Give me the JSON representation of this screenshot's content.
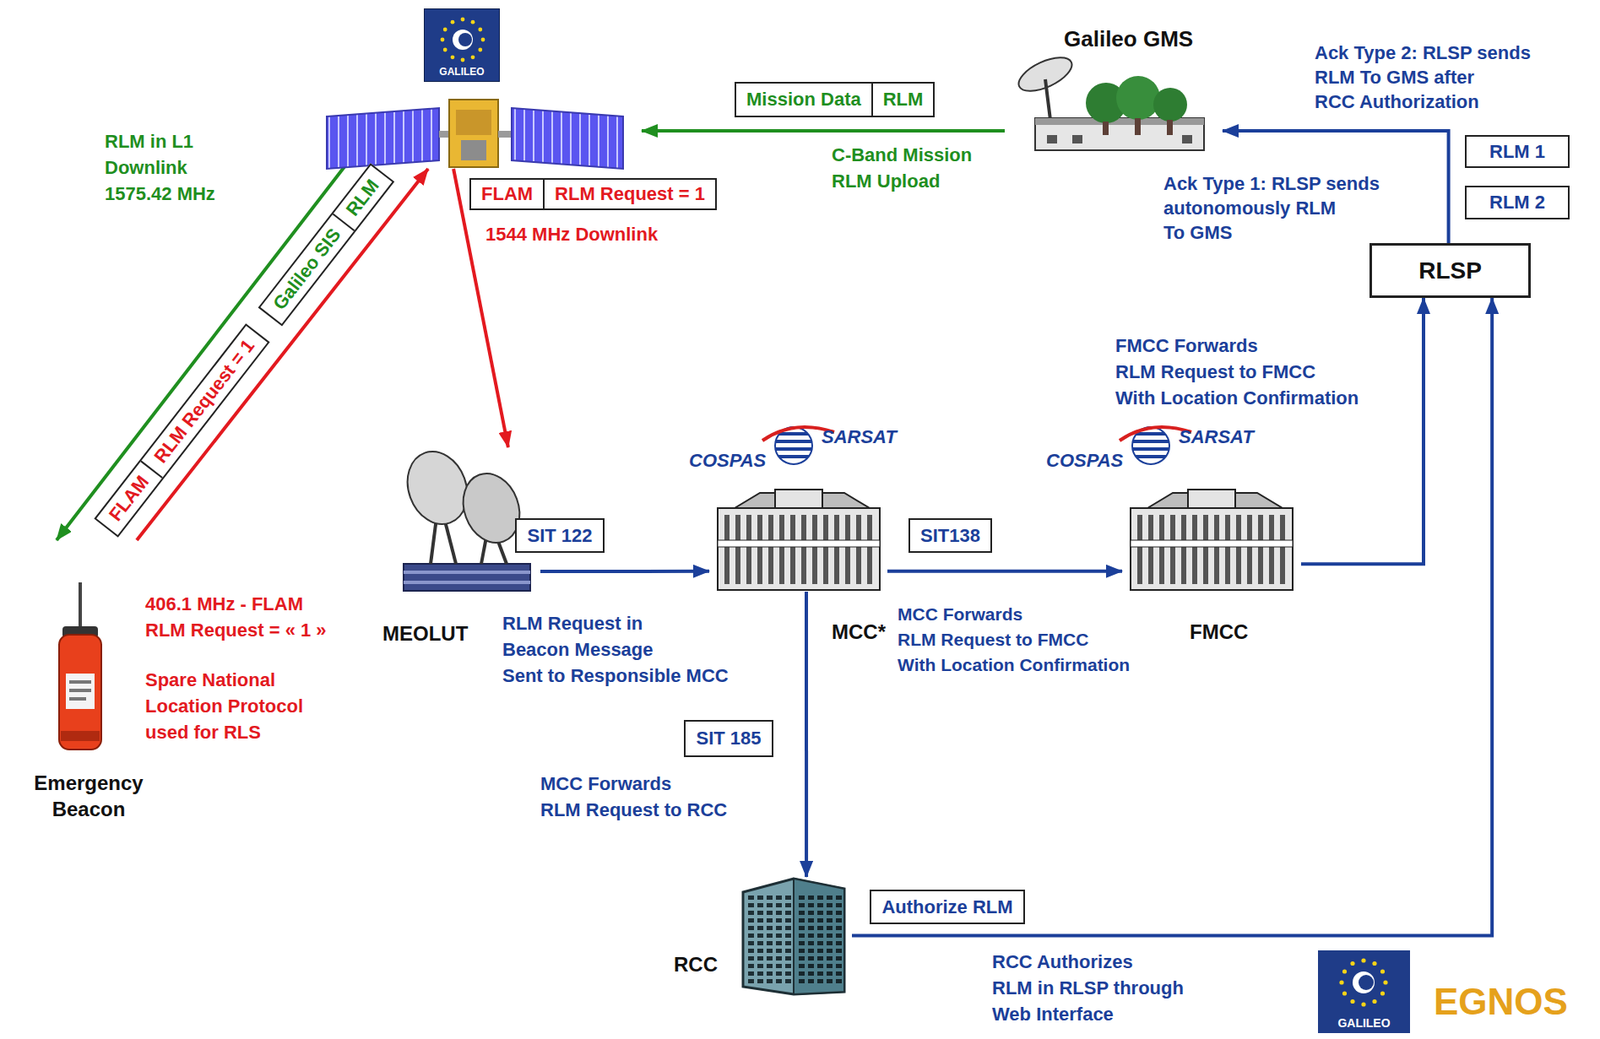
{
  "diagram": {
    "nodes": [
      {
        "text": [
          "GALILEO"
        ]
      },
      {
        "text": [
          "Galileo GMS"
        ]
      },
      {
        "text": [
          "Mission Data",
          "RLM"
        ]
      },
      {
        "text": [
          "RLM 1"
        ]
      },
      {
        "text": [
          "RLM 2"
        ]
      },
      {
        "text": [
          "FLAM",
          "RLM Request = 1"
        ]
      },
      {
        "text": [
          "Galileo SIS",
          "RLM"
        ]
      },
      {
        "text": [
          "RLSP"
        ]
      },
      {
        "text": [
          "FLAM",
          "RLM Request = 1"
        ]
      },
      {
        "text": [
          "MEOLUT"
        ]
      },
      {
        "text": [
          "SIT 122"
        ]
      },
      {
        "text": [
          "MCC*"
        ]
      },
      {
        "text": [
          "SIT138"
        ]
      },
      {
        "text": [
          "FMCC"
        ]
      },
      {
        "text": [
          "Emergency Beacon"
        ]
      },
      {
        "text": [
          "SIT 185"
        ]
      },
      {
        "text": [
          "RCC"
        ]
      },
      {
        "text": [
          "Authorize RLM"
        ]
      },
      {
        "text": [
          "GALILEO"
        ]
      }
    ],
    "edges": [
      {
        "from": 14,
        "to": 0,
        "arrow": "to"
      },
      {
        "from": 0,
        "to": 14,
        "arrow": "to"
      },
      {
        "from": 0,
        "to": 9,
        "arrow": "to"
      },
      {
        "from": 9,
        "to": 11,
        "arrow": "to"
      },
      {
        "from": 11,
        "to": 13,
        "arrow": "to"
      },
      {
        "from": 11,
        "to": 16,
        "arrow": "to"
      },
      {
        "from": 13,
        "to": 7,
        "arrow": "to"
      },
      {
        "from": 16,
        "to": 7,
        "arrow": "to"
      },
      {
        "from": 7,
        "to": 1,
        "arrow": "to"
      },
      {
        "from": 1,
        "to": 0,
        "arrow": "to"
      }
    ],
    "labels": [
      "RLM in L1 Downlink 1575.42 MHz",
      "C-Band Mission RLM Upload",
      "Ack Type 2: RLSP sends RLM To GMS after RCC Authorization",
      "1544 MHz Downlink",
      "Ack Type 1: RLSP sends autonomously RLM To GMS",
      "FMCC Forwards RLM Request to FMCC With Location Confirmation",
      "COSPAS",
      "SARSAT",
      "COSPAS",
      "SARSAT",
      "406.1 MHz - FLAM RLM Request = « 1 »",
      "RLM Request in Beacon Message Sent to Responsible MCC",
      "MCC Forwards RLM Request to FMCC With Location Confirmation",
      "Spare National Location Protocol used for RLS",
      "MCC Forwards RLM Request to RCC",
      "RCC Authorizes RLM in RLSP through Web Interface",
      "EGNOS"
    ]
  }
}
